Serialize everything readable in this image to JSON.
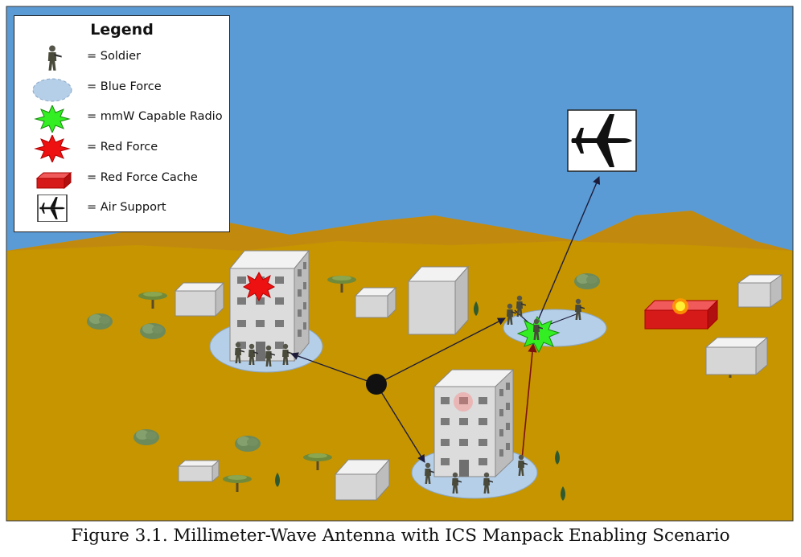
{
  "legend": {
    "title": "Legend",
    "items": [
      {
        "icon": "soldier-icon",
        "label": "= Soldier"
      },
      {
        "icon": "blue-force-ellipse-icon",
        "label": "= Blue Force"
      },
      {
        "icon": "green-starburst-icon",
        "label": "= mmW Capable Radio"
      },
      {
        "icon": "red-starburst-icon",
        "label": "= Red Force"
      },
      {
        "icon": "red-box-icon",
        "label": "= Red Force Cache"
      },
      {
        "icon": "airplane-icon",
        "label": "= Air Support"
      }
    ]
  },
  "caption": "Figure 3.1. Millimeter-Wave Antenna with ICS Manpack Enabling Scenario",
  "colors": {
    "sky": "#5b9bd5",
    "ground": "#c69500",
    "mountains": "#c18a0f",
    "blue_force": "#b6cfe8",
    "mmw_radio": "#33ee22",
    "red_force": "#ee1111",
    "building_face": "#dcdcdc",
    "soldier": "#4a4a3a"
  }
}
